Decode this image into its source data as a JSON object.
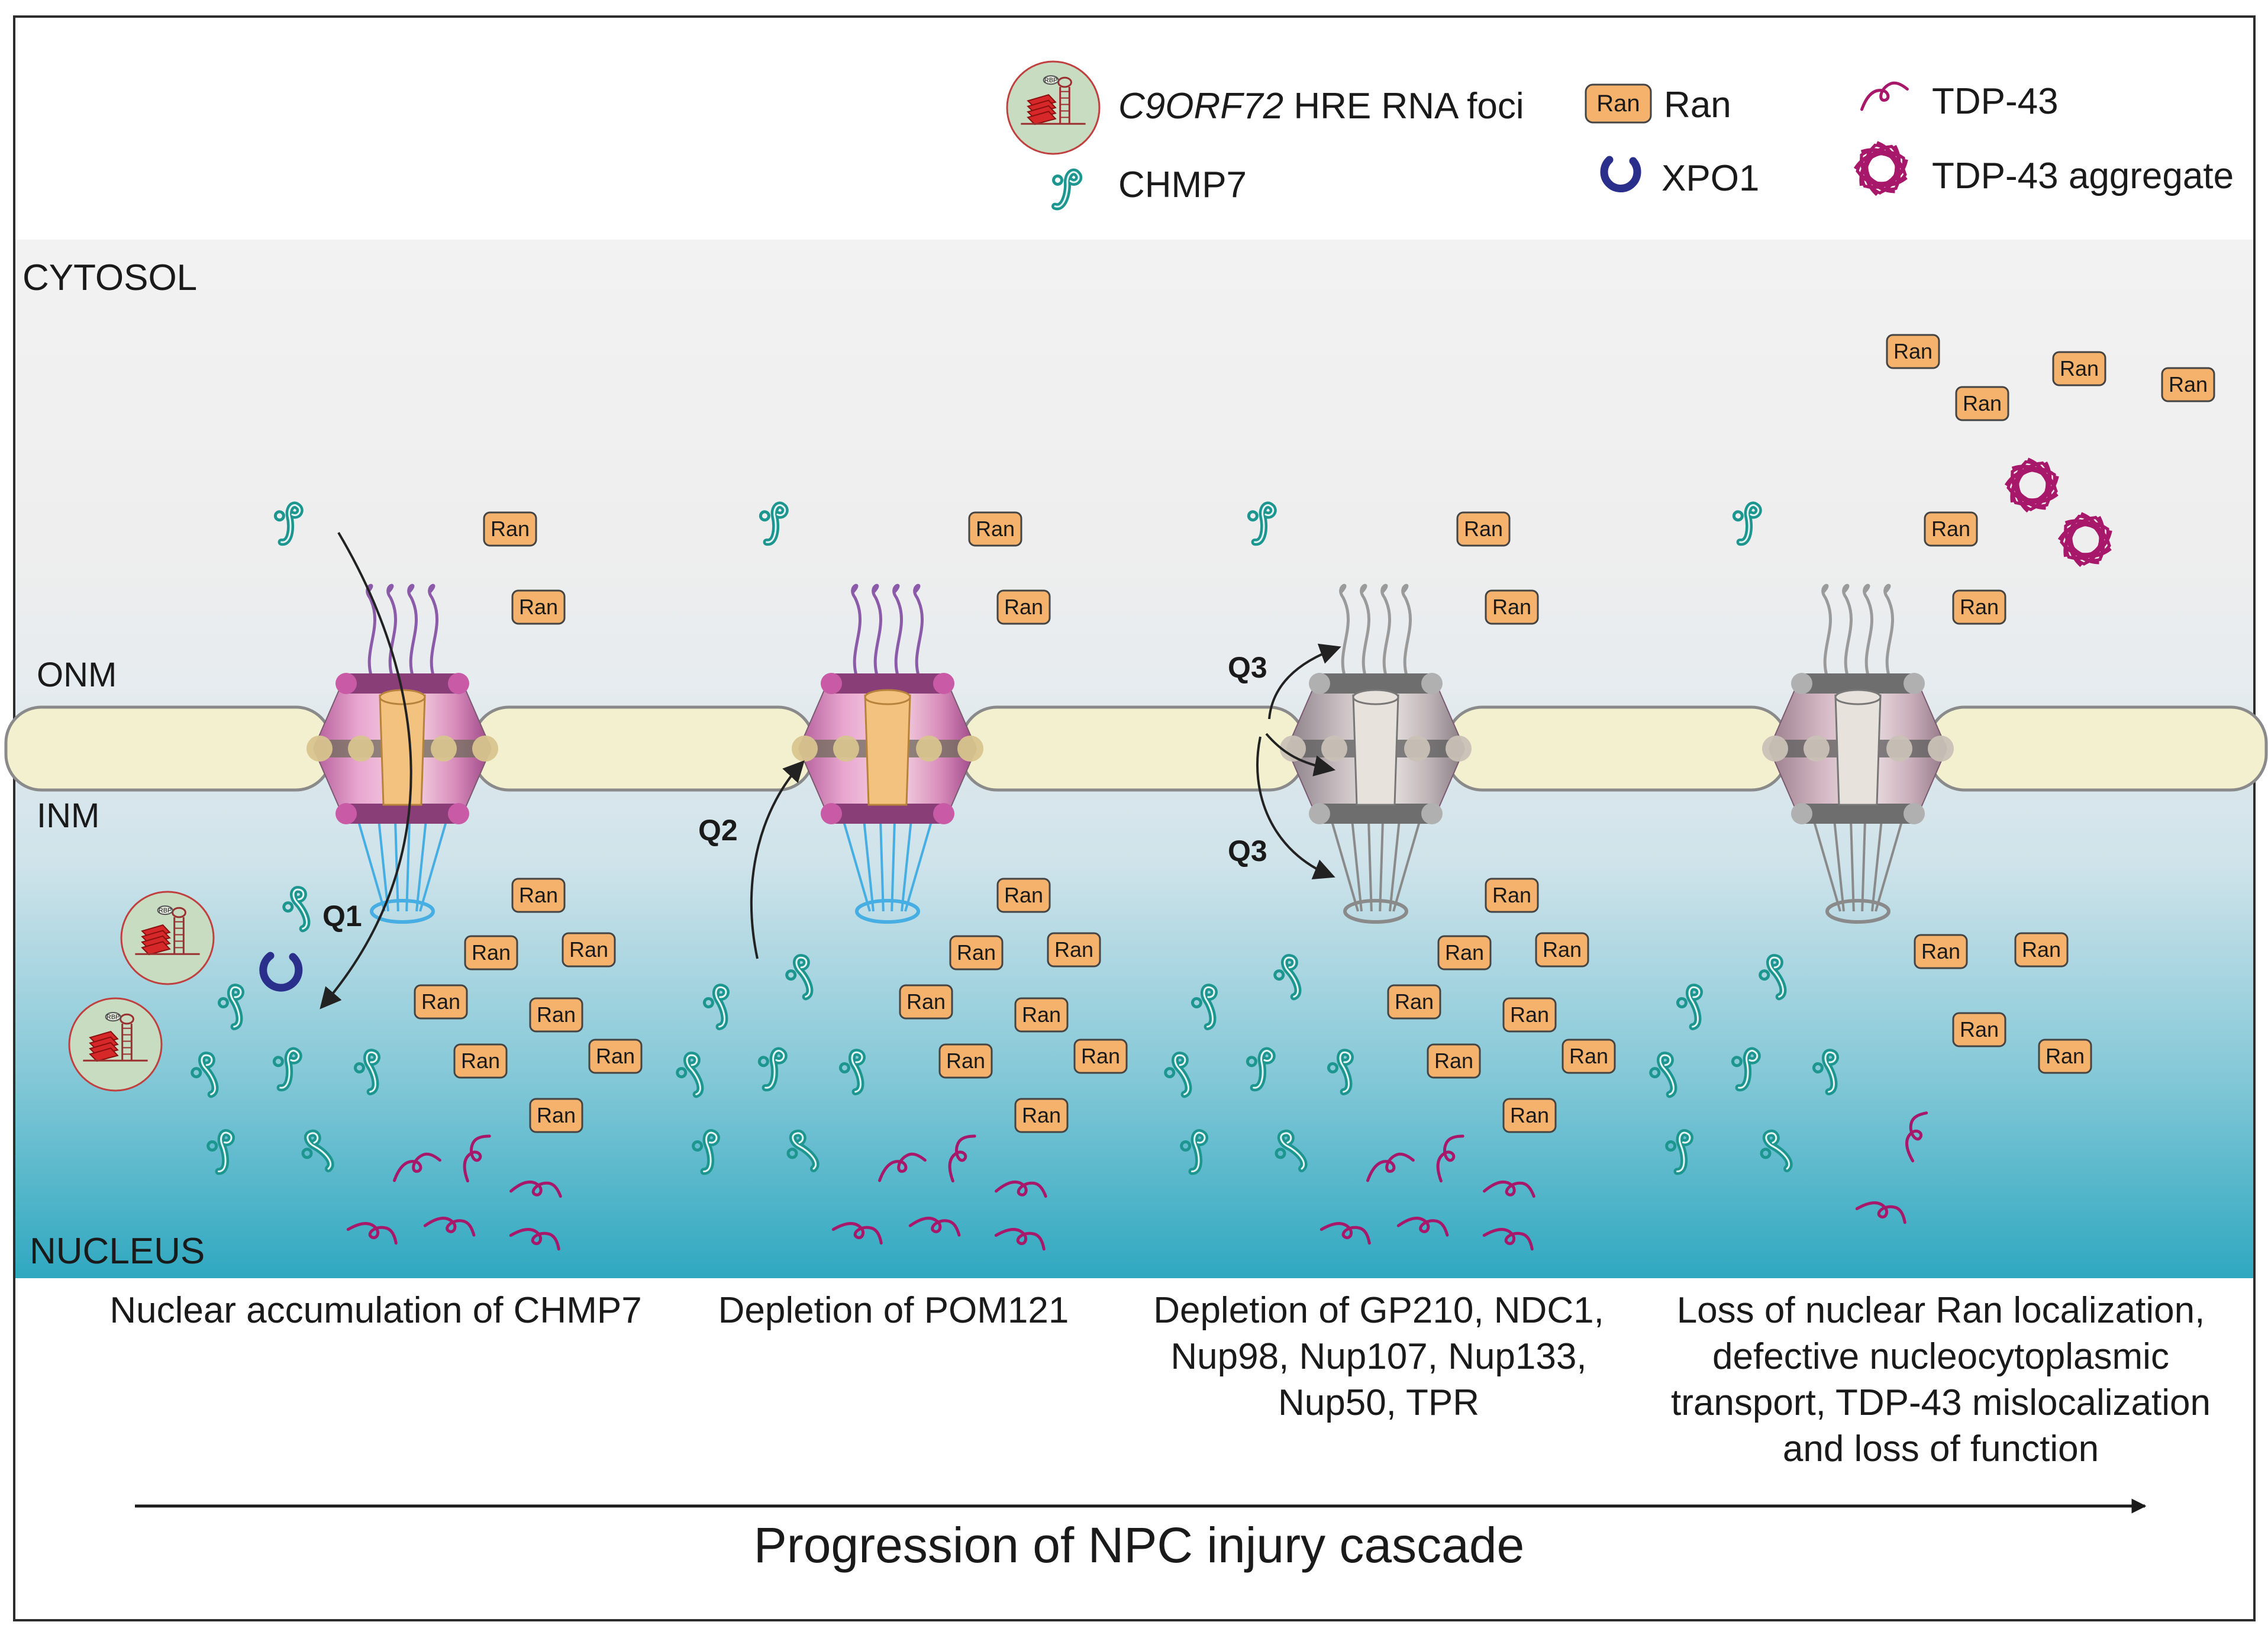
{
  "legend": {
    "rna_foci_prefix": "C9ORF72",
    "rna_foci_suffix": " HRE RNA foci",
    "rbp_tag": "RBP",
    "chmp7": "CHMP7",
    "ran_badge": "Ran",
    "ran": "Ran",
    "xpo1": "XPO1",
    "tdp43": "TDP-43",
    "tdp43_aggregate": "TDP-43 aggregate"
  },
  "regions": {
    "cytosol": "CYTOSOL",
    "onm": "ONM",
    "inm": "INM",
    "nucleus": "NUCLEUS"
  },
  "markers": {
    "q1": "Q1",
    "q2": "Q2",
    "q3": "Q3",
    "ran_label": "Ran"
  },
  "stages": [
    {
      "lines": [
        "Nuclear accumulation of CHMP7"
      ]
    },
    {
      "lines": [
        "Depletion of POM121"
      ]
    },
    {
      "lines": [
        "Depletion of GP210, NDC1,",
        "Nup98, Nup107, Nup133,",
        "Nup50, TPR"
      ]
    },
    {
      "lines": [
        "Loss of nuclear Ran localization,",
        "defective nucleocytoplasmic",
        "transport, TDP-43 mislocalization",
        "and loss of function"
      ]
    }
  ],
  "progression_label": "Progression of NPC injury cascade",
  "colors": {
    "cytosol": "#f1f1f1",
    "nucleus": "#39aec5",
    "membrane": "#f2f0cf",
    "ran_fill": "#f5b26c",
    "chmp7": "#1e9690",
    "xpo1": "#2b2f8c",
    "tdp43": "#a8186a",
    "basket_blue": "#46aee3",
    "pore_magenta": "#8a3e78"
  }
}
